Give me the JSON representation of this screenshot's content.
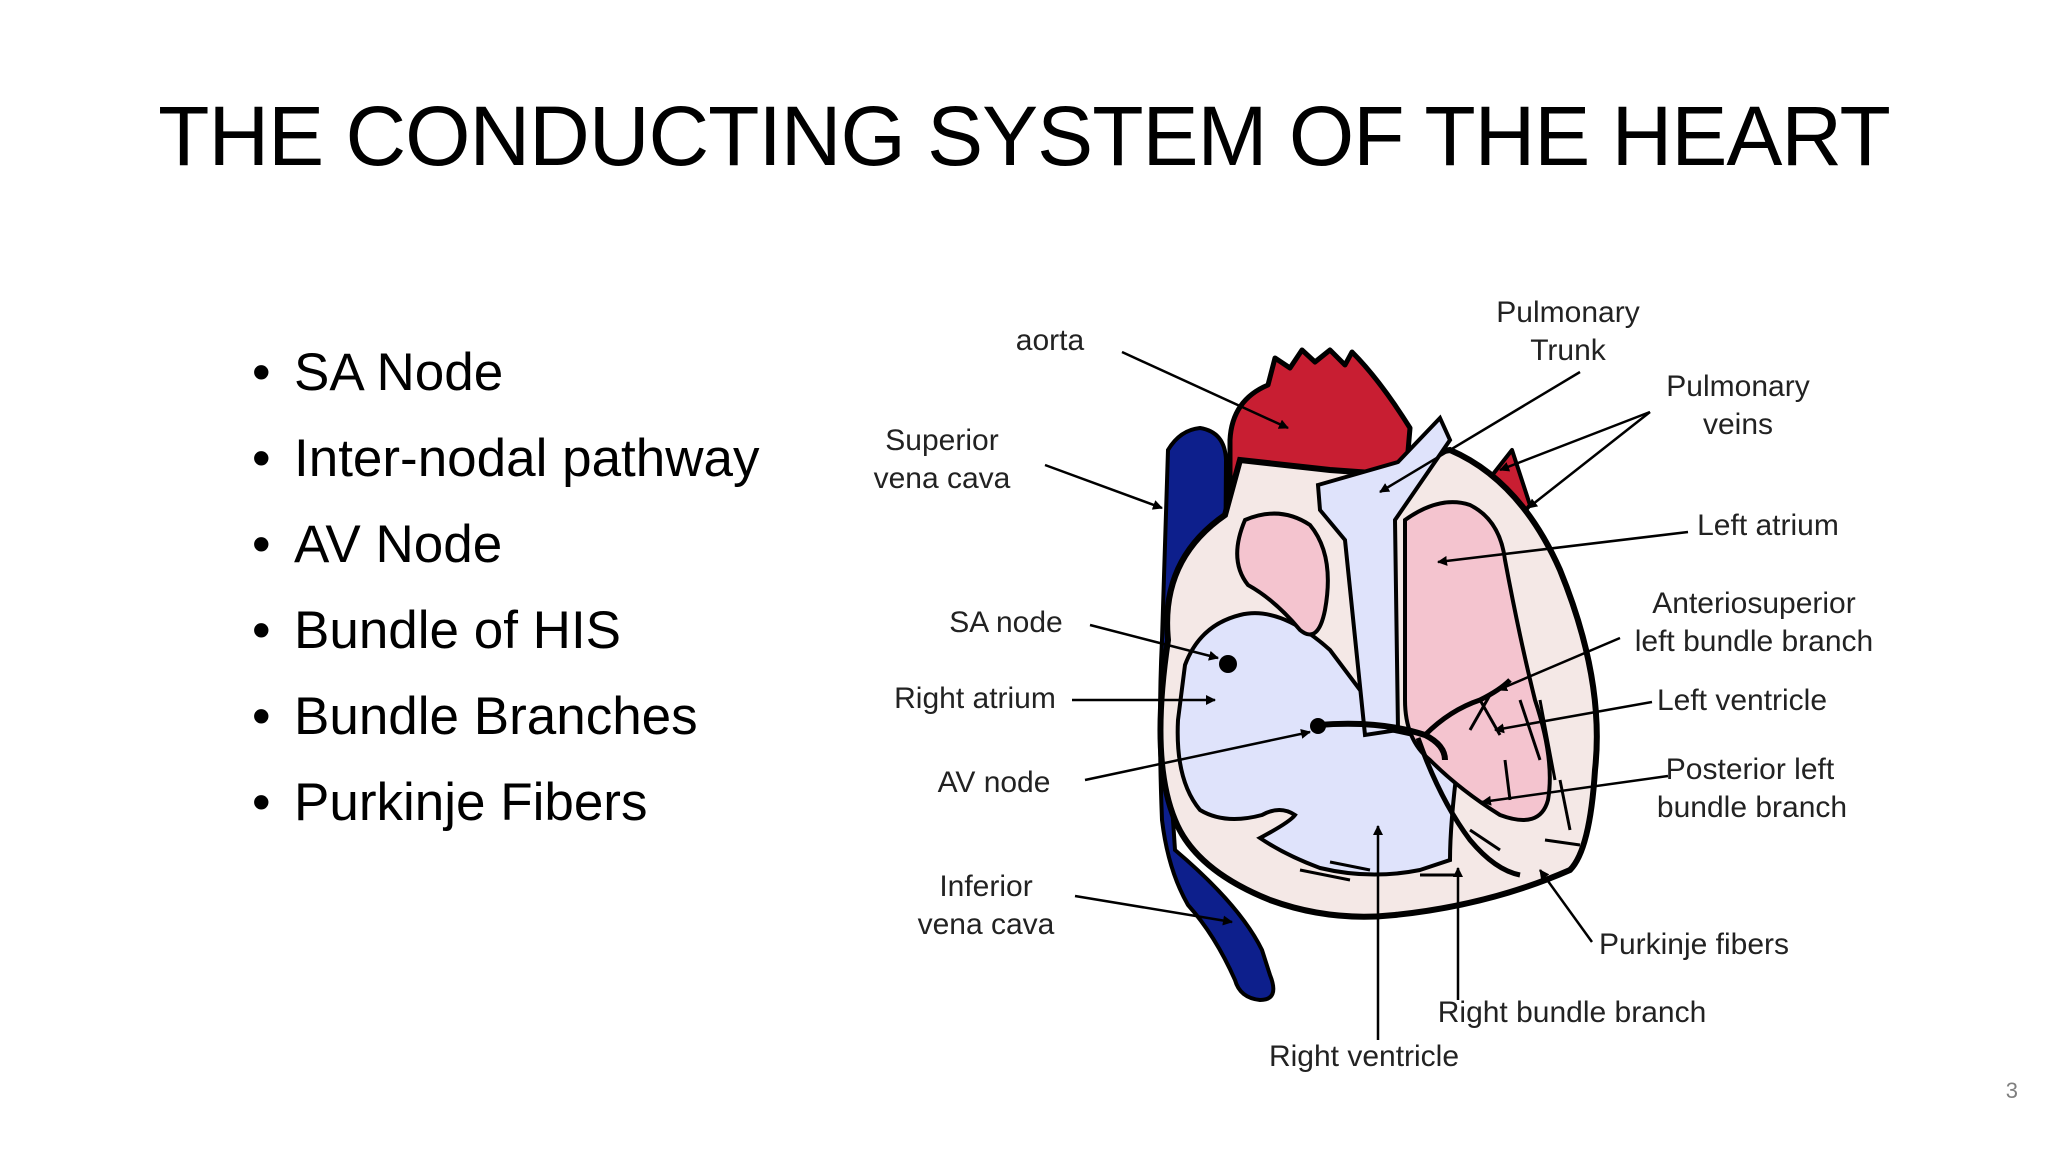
{
  "slide": {
    "title": "THE CONDUCTING SYSTEM OF THE HEART",
    "page_number": "3"
  },
  "bullets": [
    "SA Node",
    "Inter-nodal pathway",
    "AV Node",
    "Bundle of HIS",
    "Bundle Branches",
    "Purkinje Fibers"
  ],
  "diagram": {
    "labels": {
      "aorta": "aorta",
      "pulmonary_trunk_1": "Pulmonary",
      "pulmonary_trunk_2": "Trunk",
      "pulmonary_veins_1": "Pulmonary",
      "pulmonary_veins_2": "veins",
      "superior_vena_cava_1": "Superior",
      "superior_vena_cava_2": "vena cava",
      "left_atrium": "Left atrium",
      "anteriosuperior_1": "Anteriosuperior",
      "anteriosuperior_2": "left bundle branch",
      "sa_node": "SA node",
      "right_atrium": "Right atrium",
      "left_ventricle": "Left ventricle",
      "av_node": "AV node",
      "posterior_left_1": "Posterior left",
      "posterior_left_2": "bundle branch",
      "inferior_vena_cava_1": "Inferior",
      "inferior_vena_cava_2": "vena cava",
      "purkinje_fibers": "Purkinje fibers",
      "right_bundle_branch": "Right bundle branch",
      "right_ventricle": "Right ventricle"
    },
    "colors": {
      "venous_blue": "#0d1f8c",
      "arterial_red": "#c81e32",
      "right_heart_fill": "#dfe3fb",
      "left_heart_fill": "#f4c4cf",
      "wall_fill": "#f4e8e6",
      "outline": "#000000"
    }
  }
}
